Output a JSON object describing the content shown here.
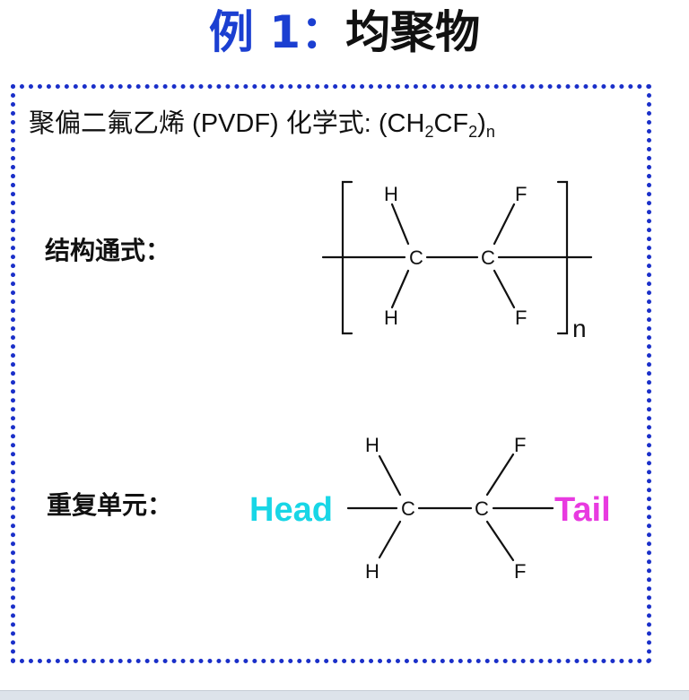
{
  "title": {
    "prefix": "例 1：",
    "main": "均聚物"
  },
  "formula_line": {
    "name": "聚偏二氟乙烯 (PVDF)  化学式: (CH",
    "sub1": "2",
    "mid": "CF",
    "sub2": "2",
    "close": ")",
    "sub_n": "n"
  },
  "structure": {
    "label": "结构通式：",
    "atoms": {
      "h_top": "H",
      "h_bottom": "H",
      "c_left": "C",
      "c_right": "C",
      "f_top": "F",
      "f_bottom": "F"
    },
    "repeat_index": "n"
  },
  "repeat_unit": {
    "label": "重复单元：",
    "head": "Head",
    "tail": "Tail",
    "atoms": {
      "h_top": "H",
      "h_bottom": "H",
      "c_left": "C",
      "c_right": "C",
      "f_top": "F",
      "f_bottom": "F"
    }
  },
  "colors": {
    "title_accent": "#1b3fd1",
    "frame": "#1a2fc9",
    "head": "#18d6e6",
    "tail": "#e83ae0"
  }
}
